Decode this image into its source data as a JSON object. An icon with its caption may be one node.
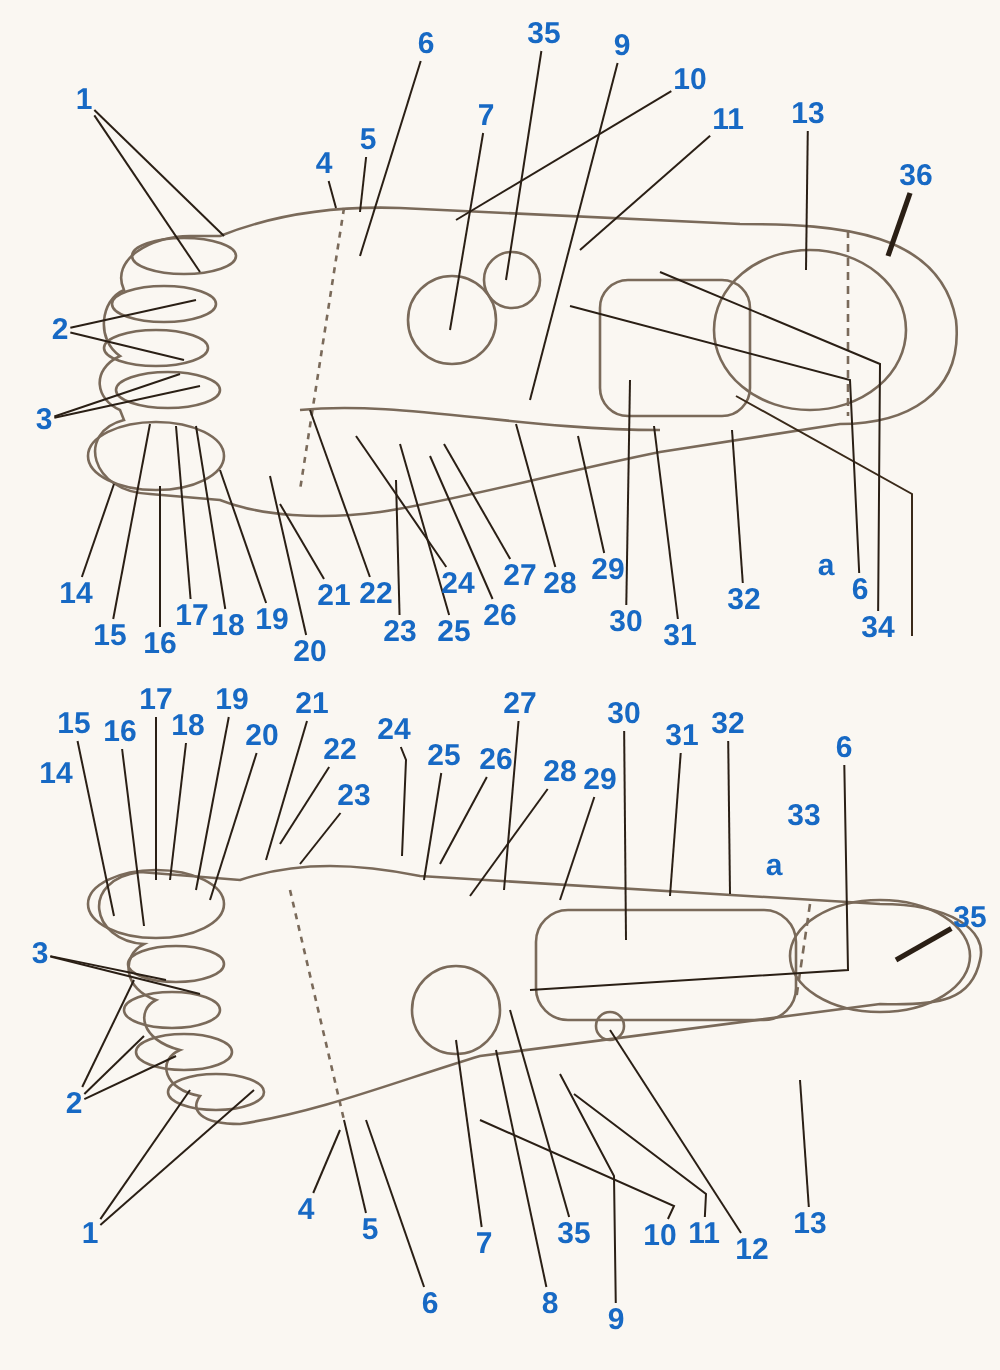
{
  "diagram": {
    "nodes": [
      {
        "text": [
          "1"
        ]
      },
      {
        "text": [
          "4"
        ]
      },
      {
        "text": [
          "5"
        ]
      },
      {
        "text": [
          "6"
        ]
      },
      {
        "text": [
          "7"
        ]
      },
      {
        "text": [
          "35"
        ]
      },
      {
        "text": [
          "9"
        ]
      },
      {
        "text": [
          "10"
        ]
      },
      {
        "text": [
          "11"
        ]
      },
      {
        "text": [
          "13"
        ]
      },
      {
        "text": [
          "36"
        ]
      },
      {
        "text": [
          "2"
        ]
      },
      {
        "text": [
          "3"
        ]
      },
      {
        "text": [
          "14"
        ]
      },
      {
        "text": [
          "15"
        ]
      },
      {
        "text": [
          "16"
        ]
      },
      {
        "text": [
          "17"
        ]
      },
      {
        "text": [
          "18"
        ]
      },
      {
        "text": [
          "19"
        ]
      },
      {
        "text": [
          "20"
        ]
      },
      {
        "text": [
          "21"
        ]
      },
      {
        "text": [
          "22"
        ]
      },
      {
        "text": [
          "23"
        ]
      },
      {
        "text": [
          "24"
        ]
      },
      {
        "text": [
          "25"
        ]
      },
      {
        "text": [
          "26"
        ]
      },
      {
        "text": [
          "27"
        ]
      },
      {
        "text": [
          "28"
        ]
      },
      {
        "text": [
          "29"
        ]
      },
      {
        "text": [
          "30"
        ]
      },
      {
        "text": [
          "31"
        ]
      },
      {
        "text": [
          "32"
        ]
      },
      {
        "text": [
          "6"
        ]
      },
      {
        "text": [
          "34"
        ]
      },
      {
        "text": [
          "15"
        ]
      },
      {
        "text": [
          "16"
        ]
      },
      {
        "text": [
          "17"
        ]
      },
      {
        "text": [
          "18"
        ]
      },
      {
        "text": [
          "19"
        ]
      },
      {
        "text": [
          "20"
        ]
      },
      {
        "text": [
          "21"
        ]
      },
      {
        "text": [
          "22"
        ]
      },
      {
        "text": [
          "23"
        ]
      },
      {
        "text": [
          "24"
        ]
      },
      {
        "text": [
          "25"
        ]
      },
      {
        "text": [
          "26"
        ]
      },
      {
        "text": [
          "27"
        ]
      },
      {
        "text": [
          "28"
        ]
      },
      {
        "text": [
          "29"
        ]
      },
      {
        "text": [
          "30"
        ]
      },
      {
        "text": [
          "31"
        ]
      },
      {
        "text": [
          "32"
        ]
      },
      {
        "text": [
          "6"
        ]
      },
      {
        "text": [
          "35"
        ]
      },
      {
        "text": [
          "3"
        ]
      },
      {
        "text": [
          "2"
        ]
      },
      {
        "text": [
          "1"
        ]
      },
      {
        "text": [
          "4"
        ]
      },
      {
        "text": [
          "5"
        ]
      },
      {
        "text": [
          "6"
        ]
      },
      {
        "text": [
          "7"
        ]
      },
      {
        "text": [
          "8"
        ]
      },
      {
        "text": [
          "35"
        ]
      },
      {
        "text": [
          "9"
        ]
      },
      {
        "text": [
          "10"
        ]
      },
      {
        "text": [
          "11"
        ]
      },
      {
        "text": [
          "12"
        ]
      },
      {
        "text": [
          "13"
        ]
      }
    ],
    "edges": [
      {
        "from": 0,
        "to": null,
        "arrow": "none"
      },
      {
        "from": 0,
        "to": null,
        "arrow": "none"
      },
      {
        "from": 1,
        "to": null,
        "arrow": "none"
      },
      {
        "from": 2,
        "to": null,
        "arrow": "none"
      },
      {
        "from": 3,
        "to": null,
        "arrow": "none"
      },
      {
        "from": 4,
        "to": null,
        "arrow": "none"
      },
      {
        "from": 5,
        "to": null,
        "arrow": "none"
      },
      {
        "from": 6,
        "to": null,
        "arrow": "none"
      },
      {
        "from": 7,
        "to": null,
        "arrow": "none"
      },
      {
        "from": 8,
        "to": null,
        "arrow": "none"
      },
      {
        "from": 9,
        "to": null,
        "arrow": "none"
      },
      {
        "from": 10,
        "to": null,
        "arrow": "none",
        "style": "thick"
      },
      {
        "from": 11,
        "to": null,
        "arrow": "none"
      },
      {
        "from": 11,
        "to": null,
        "arrow": "none"
      },
      {
        "from": 12,
        "to": null,
        "arrow": "none"
      },
      {
        "from": 12,
        "to": null,
        "arrow": "none"
      },
      {
        "from": 13,
        "to": null,
        "arrow": "none"
      },
      {
        "from": 14,
        "to": null,
        "arrow": "none"
      },
      {
        "from": 15,
        "to": null,
        "arrow": "none"
      },
      {
        "from": 16,
        "to": null,
        "arrow": "none"
      },
      {
        "from": 17,
        "to": null,
        "arrow": "none"
      },
      {
        "from": 18,
        "to": null,
        "arrow": "none"
      },
      {
        "from": 19,
        "to": null,
        "arrow": "none"
      },
      {
        "from": 20,
        "to": null,
        "arrow": "none"
      },
      {
        "from": 21,
        "to": null,
        "arrow": "none"
      },
      {
        "from": 22,
        "to": null,
        "arrow": "none"
      },
      {
        "from": 23,
        "to": null,
        "arrow": "none"
      },
      {
        "from": 24,
        "to": null,
        "arrow": "none"
      },
      {
        "from": 25,
        "to": null,
        "arrow": "none"
      },
      {
        "from": 26,
        "to": null,
        "arrow": "none"
      },
      {
        "from": 27,
        "to": null,
        "arrow": "none"
      },
      {
        "from": 28,
        "to": null,
        "arrow": "none"
      },
      {
        "from": 29,
        "to": null,
        "arrow": "none"
      },
      {
        "from": 30,
        "to": null,
        "arrow": "none"
      },
      {
        "from": 31,
        "to": null,
        "arrow": "none"
      },
      {
        "from": 32,
        "to": null,
        "arrow": "none"
      },
      {
        "from": 33,
        "to": null,
        "arrow": "none"
      },
      {
        "from": 34,
        "to": null,
        "arrow": "none"
      },
      {
        "from": 35,
        "to": null,
        "arrow": "none"
      },
      {
        "from": 36,
        "to": null,
        "arrow": "none"
      },
      {
        "from": 37,
        "to": null,
        "arrow": "none"
      },
      {
        "from": 38,
        "to": null,
        "arrow": "none"
      },
      {
        "from": 39,
        "to": null,
        "arrow": "none"
      },
      {
        "from": 40,
        "to": null,
        "arrow": "none"
      },
      {
        "from": 41,
        "to": null,
        "arrow": "none"
      },
      {
        "from": 42,
        "to": null,
        "arrow": "none"
      },
      {
        "from": 43,
        "to": null,
        "arrow": "none"
      },
      {
        "from": 44,
        "to": null,
        "arrow": "none"
      },
      {
        "from": 45,
        "to": null,
        "arrow": "none"
      },
      {
        "from": 46,
        "to": null,
        "arrow": "none"
      },
      {
        "from": 47,
        "to": null,
        "arrow": "none"
      },
      {
        "from": 48,
        "to": null,
        "arrow": "none"
      },
      {
        "from": 49,
        "to": null,
        "arrow": "none"
      },
      {
        "from": 50,
        "to": null,
        "arrow": "none"
      },
      {
        "from": 51,
        "to": null,
        "arrow": "none"
      },
      {
        "from": 52,
        "to": null,
        "arrow": "none"
      },
      {
        "from": 53,
        "to": null,
        "arrow": "none",
        "style": "thick"
      },
      {
        "from": 54,
        "to": null,
        "arrow": "none"
      },
      {
        "from": 54,
        "to": null,
        "arrow": "none"
      },
      {
        "from": 55,
        "to": null,
        "arrow": "none"
      },
      {
        "from": 55,
        "to": null,
        "arrow": "none"
      },
      {
        "from": 55,
        "to": null,
        "arrow": "none"
      },
      {
        "from": 56,
        "to": null,
        "arrow": "none"
      },
      {
        "from": 56,
        "to": null,
        "arrow": "none"
      },
      {
        "from": 57,
        "to": null,
        "arrow": "none"
      },
      {
        "from": 58,
        "to": null,
        "arrow": "none"
      },
      {
        "from": 59,
        "to": null,
        "arrow": "none"
      },
      {
        "from": 60,
        "to": null,
        "arrow": "none"
      },
      {
        "from": 61,
        "to": null,
        "arrow": "none"
      },
      {
        "from": 62,
        "to": null,
        "arrow": "none"
      },
      {
        "from": 63,
        "to": null,
        "arrow": "none"
      },
      {
        "from": 64,
        "to": null,
        "arrow": "none"
      },
      {
        "from": 65,
        "to": null,
        "arrow": "none"
      },
      {
        "from": 66,
        "to": null,
        "arrow": "none"
      },
      {
        "from": 67,
        "to": null,
        "arrow": "none"
      }
    ],
    "labels": [
      "a",
      "14",
      "33",
      "a"
    ]
  }
}
